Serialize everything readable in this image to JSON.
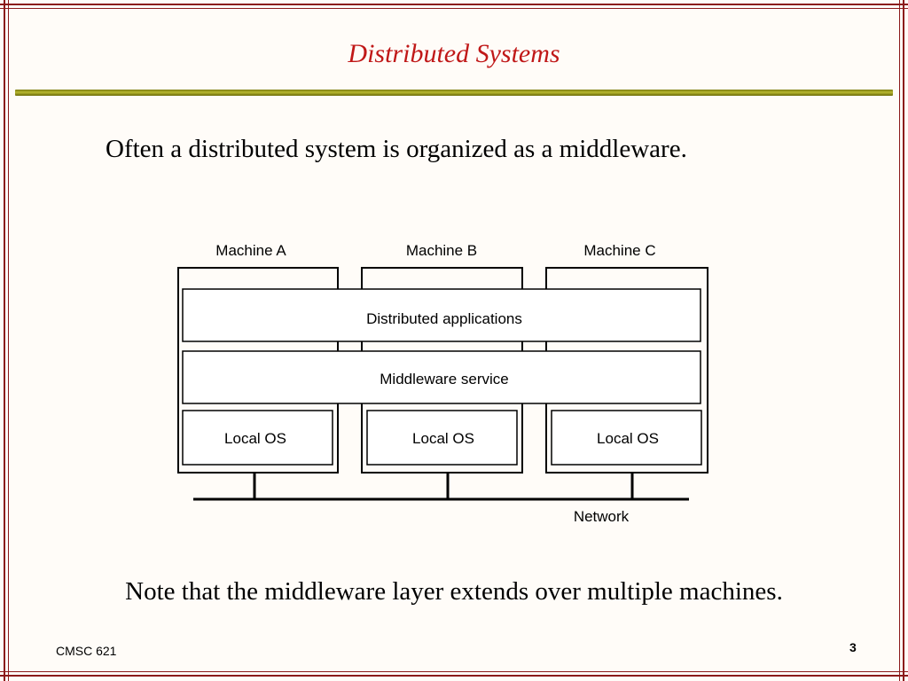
{
  "slide": {
    "title": "Distributed Systems",
    "intro": "Often a distributed system is organized as a middleware.",
    "note": "Note that the middleware layer extends over multiple machines.",
    "footer_left": "CMSC 621",
    "page_number": "3"
  },
  "diagram": {
    "machines": [
      "Machine A",
      "Machine B",
      "Machine C"
    ],
    "layers": {
      "applications": "Distributed applications",
      "middleware": "Middleware service"
    },
    "local_os": [
      "Local OS",
      "Local OS",
      "Local OS"
    ],
    "network": "Network"
  },
  "colors": {
    "title": "#c01818",
    "frame": "#8b1a1a",
    "rule": "#b8b830"
  }
}
